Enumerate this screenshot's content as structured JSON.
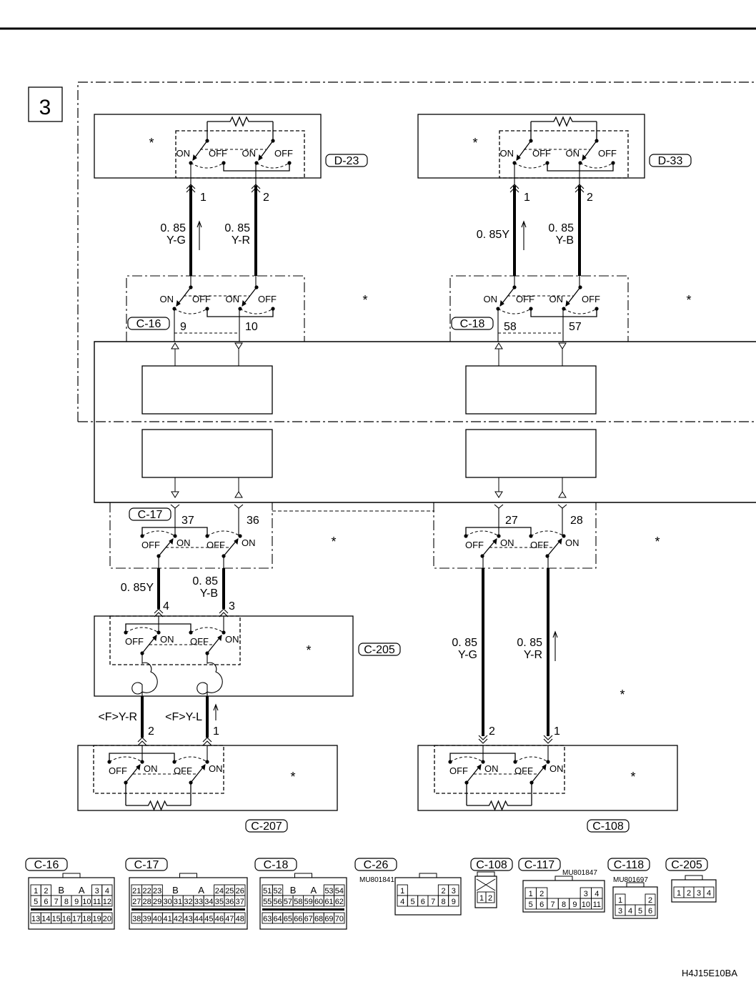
{
  "section_number": "3",
  "star": "*",
  "switch_labels": {
    "on": "ON",
    "off": "OFF"
  },
  "connectors": {
    "d23": "D-23",
    "d33": "D-33",
    "c16": "C-16",
    "c18": "C-18",
    "c17": "C-17",
    "c205": "C-205",
    "c207": "C-207",
    "c108": "C-108"
  },
  "pins": {
    "d23": [
      "1",
      "2"
    ],
    "d33": [
      "1",
      "2"
    ],
    "c16": [
      "9",
      "10"
    ],
    "c18": [
      "58",
      "57"
    ],
    "c17_left": [
      "37",
      "36"
    ],
    "c17_right": [
      "27",
      "28"
    ],
    "c205": [
      "4",
      "3"
    ],
    "c207": [
      "2",
      "1"
    ],
    "c108": [
      "2",
      "1"
    ]
  },
  "wire_labels": {
    "ltop1": [
      "0. 85",
      "Y-G"
    ],
    "ltop2": [
      "0. 85",
      "Y-R"
    ],
    "rtop1": [
      "0. 85Y"
    ],
    "rtop2": [
      "0. 85",
      "Y-B"
    ],
    "lmid1": [
      "0. 85Y"
    ],
    "lmid2": [
      "0. 85",
      "Y-B"
    ],
    "lbot1": [
      "<F>Y-R"
    ],
    "lbot2": [
      "<F>Y-L"
    ],
    "rlow1": [
      "0. 85",
      "Y-G"
    ],
    "rlow2": [
      "0. 85",
      "Y-R"
    ]
  },
  "connector_views": [
    {
      "name": "C-16",
      "part_number": "",
      "rows": [
        [
          "1",
          "2",
          "B",
          "A",
          "3",
          "4"
        ],
        [
          "5",
          "6",
          "7",
          "8",
          "9",
          "10",
          "11",
          "12"
        ],
        [
          "13",
          "14",
          "15",
          "16",
          "17",
          "18",
          "19",
          "20"
        ]
      ]
    },
    {
      "name": "C-17",
      "part_number": "",
      "rows": [
        [
          "21",
          "22",
          "23",
          "B",
          "A",
          "24",
          "25",
          "26"
        ],
        [
          "27",
          "28",
          "29",
          "30",
          "31",
          "32",
          "33",
          "34",
          "35",
          "36",
          "37"
        ],
        [
          "38",
          "39",
          "40",
          "41",
          "42",
          "43",
          "44",
          "45",
          "46",
          "47",
          "48"
        ]
      ]
    },
    {
      "name": "C-18",
      "part_number": "",
      "rows": [
        [
          "51",
          "52",
          "B",
          "A",
          "53",
          "54"
        ],
        [
          "55",
          "56",
          "57",
          "58",
          "59",
          "60",
          "61",
          "62"
        ],
        [
          "63",
          "64",
          "65",
          "66",
          "67",
          "68",
          "69",
          "70"
        ]
      ]
    },
    {
      "name": "C-26",
      "part_number": "MU801841",
      "rows": [
        [
          "1",
          "",
          "",
          "",
          "2",
          "3"
        ],
        [
          "4",
          "5",
          "6",
          "7",
          "8",
          "9"
        ]
      ]
    },
    {
      "name": "C-108",
      "part_number": "",
      "rows": [
        [
          "1",
          "2"
        ]
      ]
    },
    {
      "name": "C-117",
      "part_number": "MU801847",
      "rows": [
        [
          "1",
          "2",
          "",
          "",
          "",
          "3",
          "4"
        ],
        [
          "5",
          "6",
          "7",
          "8",
          "9",
          "10",
          "11"
        ]
      ]
    },
    {
      "name": "C-118",
      "part_number": "MU801697",
      "rows": [
        [
          "1",
          "",
          "",
          "2"
        ],
        [
          "3",
          "4",
          "5",
          "6"
        ]
      ]
    },
    {
      "name": "C-205",
      "part_number": "",
      "rows": [
        [
          "1",
          "2",
          "3",
          "4"
        ]
      ]
    }
  ],
  "footer_code": "H4J15E10BA"
}
